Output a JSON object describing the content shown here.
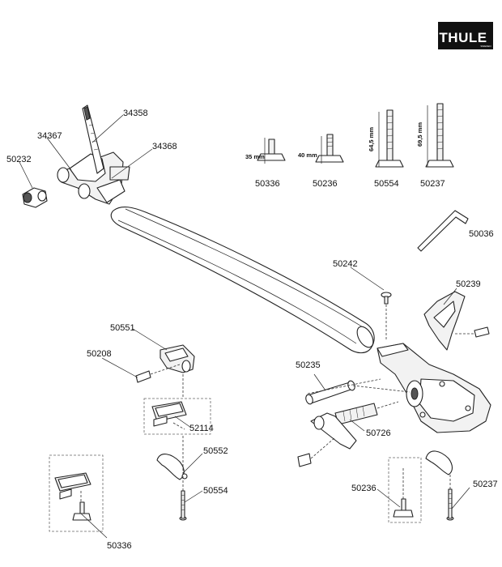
{
  "brand": {
    "logo_text": "THULE",
    "logo_subtext": "SWEDEN"
  },
  "dimensions": {
    "d35": "35 mm",
    "d40": "40 mm",
    "d645": "64,5 mm",
    "d695": "69,5 mm"
  },
  "part_numbers": {
    "p34358": "34358",
    "p34367": "34367",
    "p34368": "34368",
    "p50232": "50232",
    "p50336_top": "50336",
    "p50236_top": "50236",
    "p50554_top": "50554",
    "p50237_top": "50237",
    "p50036": "50036",
    "p50242": "50242",
    "p50239": "50239",
    "p50551": "50551",
    "p50208": "50208",
    "p50235": "50235",
    "p52114": "52114",
    "p50726": "50726",
    "p50552": "50552",
    "p50554_bottom": "50554",
    "p50236_bottom": "50236",
    "p50237_bottom": "50237",
    "p50336_bottom": "50336"
  }
}
